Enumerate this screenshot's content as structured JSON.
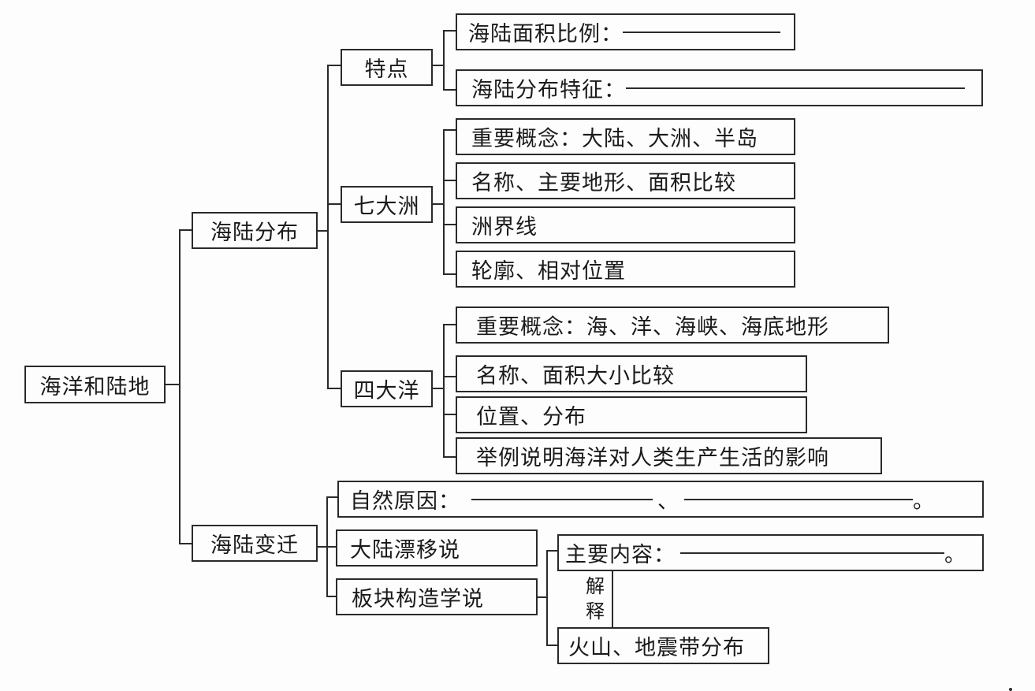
{
  "title": "海洋和陆地",
  "root": {
    "label": "海洋和陆地"
  },
  "branches": {
    "distribution": {
      "label": "海陆分布",
      "features": {
        "label": "特点",
        "items": [
          {
            "label": "海陆面积比例：",
            "blank": true
          },
          {
            "label": "海陆分布特征：",
            "blank": true
          }
        ]
      },
      "continents": {
        "label": "七大洲",
        "items": [
          {
            "label": "重要概念：大陆、大洲、半岛"
          },
          {
            "label": "名称、主要地形、面积比较"
          },
          {
            "label": "洲界线"
          },
          {
            "label": "轮廓、相对位置"
          }
        ]
      },
      "oceans": {
        "label": "四大洋",
        "items": [
          {
            "label": "重要概念：海、洋、海峡、海底地形"
          },
          {
            "label": "名称、面积大小比较"
          },
          {
            "label": "位置、分布"
          },
          {
            "label": "举例说明海洋对人类生产生活的影响"
          }
        ]
      }
    },
    "change": {
      "label": "海陆变迁",
      "natural_causes": {
        "label": "自然原因：",
        "separator": "、",
        "end": "。"
      },
      "continental_drift": {
        "label": "大陆漂移说"
      },
      "plate_tectonics": {
        "label": "板块构造学说",
        "main_content": {
          "label": "主要内容：",
          "end": "。"
        },
        "explain_label": "解释",
        "distribution": {
          "label": "火山、地震带分布"
        }
      }
    }
  }
}
